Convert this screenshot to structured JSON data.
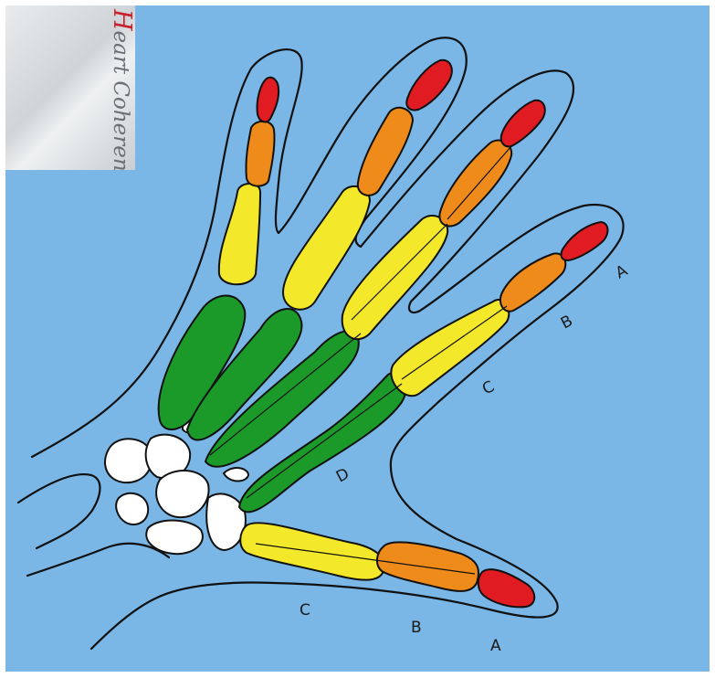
{
  "logo": {
    "initial": "H",
    "rest": "eart Coherence"
  },
  "labels": {
    "finger_a": "A",
    "finger_b": "B",
    "finger_c": "C",
    "palm_d": "D",
    "thumb_c": "C",
    "thumb_b": "B",
    "thumb_a": "A"
  },
  "colors": {
    "background": "#7ab7e6",
    "distal_phalanx": "#e01b22",
    "middle_phalanx": "#ef8b1a",
    "proximal_phalanx": "#f4e82a",
    "metacarpal": "#1b9a2a",
    "carpal": "#ffffff",
    "outline": "#111111"
  }
}
